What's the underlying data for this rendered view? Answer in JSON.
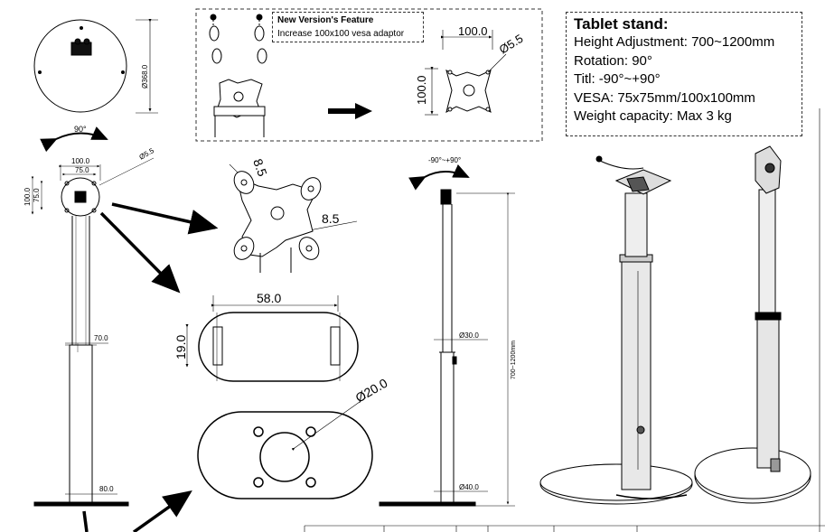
{
  "spec": {
    "title": "Tablet stand:",
    "lines": [
      "Height Adjustment: 700~1200mm",
      "Rotation: 90°",
      "Titl: -90°~+90°",
      "VESA: 75x75mm/100x100mm",
      "Weight capacity: Max 3 kg"
    ]
  },
  "feature": {
    "title": "New Version's Feature",
    "desc": "Increase 100x100 vesa adaptor"
  },
  "dims": {
    "base_dia": "Ø368.0",
    "rot": "90°",
    "vesa_big": "100.0",
    "vesa_small": "75.0",
    "hole": "Ø5.5",
    "dim_100": "100.0",
    "dim_55": "Ø5.5",
    "adapter_85a": "8.5",
    "adapter_85b": "8.5",
    "clamp_w": "58.0",
    "clamp_h": "19.0",
    "hole20": "Ø20.0",
    "pole70": "70.0",
    "pole80": "80.0",
    "tilt": "-90°~+90°",
    "d30": "Ø30.0",
    "d40": "Ø40.0",
    "height": "700~1200mm"
  }
}
